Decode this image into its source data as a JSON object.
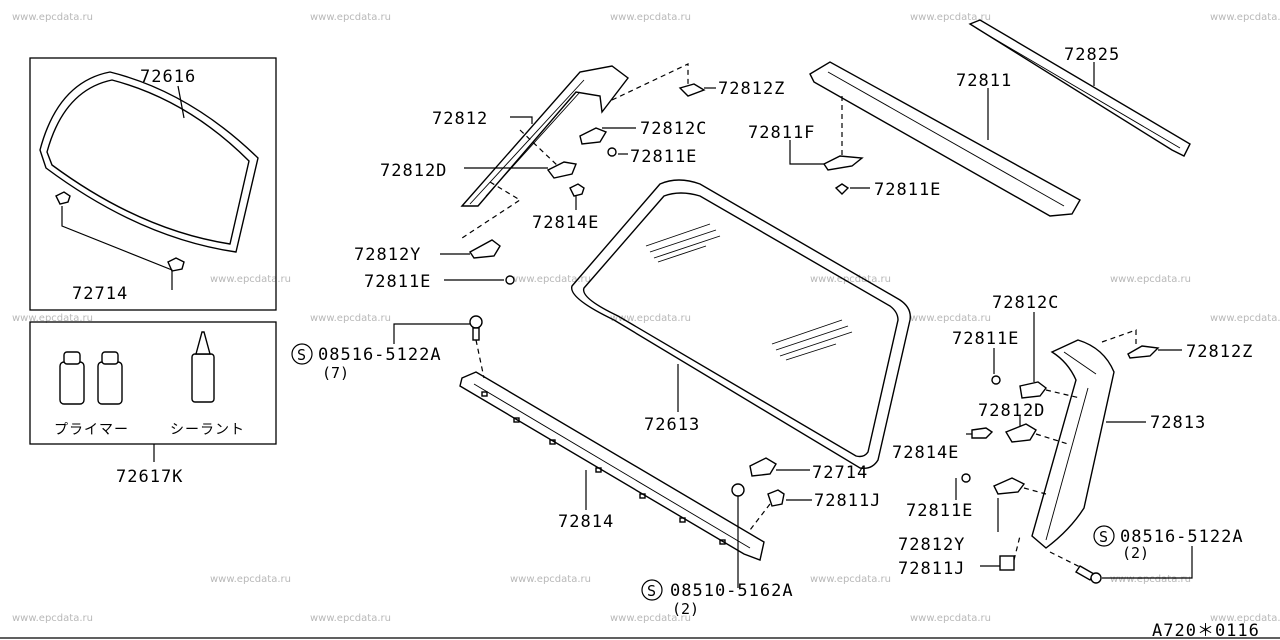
{
  "watermark": "www.epcdata.ru",
  "footer_code": "A720＊0116",
  "callouts": {
    "p72616": "72616",
    "p72714_box": "72714",
    "p72617K": "72617K",
    "p72812": "72812",
    "p72812Z_top": "72812Z",
    "p72812C_top": "72812C",
    "p72811E_top": "72811E",
    "p72812D_left": "72812D",
    "p72814E_left": "72814E",
    "p72812Y_left": "72812Y",
    "p72811E_left": "72811E",
    "p72811F": "72811F",
    "p72811E_mid": "72811E",
    "p72811": "72811",
    "p72825": "72825",
    "p72613": "72613",
    "p72814": "72814",
    "p72714_bottom": "72714",
    "p72811J_bottom": "72811J",
    "p72812C_right": "72812C",
    "p72812Z_right": "72812Z",
    "p72811E_right1": "72811E",
    "p72812D_right": "72812D",
    "p72813": "72813",
    "p72814E_right": "72814E",
    "p72811E_right2": "72811E",
    "p72812Y_right": "72812Y",
    "p72811J_right": "72811J"
  },
  "bolts": {
    "bolt1_code": "08516-5122A",
    "bolt1_qty": "(7)",
    "bolt2_code": "08510-5162A",
    "bolt2_qty": "(2)",
    "bolt3_code": "08516-5122A",
    "bolt3_qty": "(2)",
    "symbol": "S"
  },
  "kit": {
    "primer_label": "プライマー",
    "sealant_label": "シーラント"
  }
}
